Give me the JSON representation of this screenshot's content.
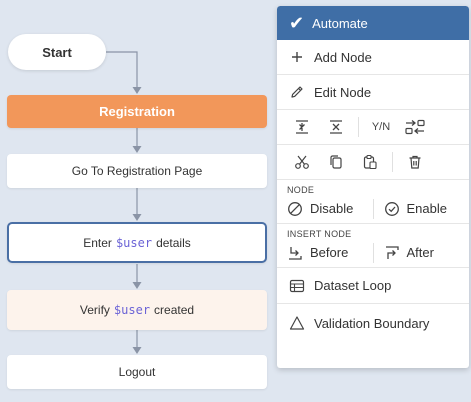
{
  "flow": {
    "start_label": "Start",
    "section_label": "Registration",
    "steps": [
      {
        "label": "Go To Registration Page"
      },
      {
        "prefix": "Enter",
        "variable": "$user",
        "suffix": "details"
      },
      {
        "prefix": "Verify",
        "variable": "$user",
        "suffix": "created"
      },
      {
        "label": "Logout"
      }
    ]
  },
  "menu": {
    "header": "Automate",
    "add_node": "Add Node",
    "edit_node": "Edit Node",
    "yn_label": "Y/N",
    "node_group": "NODE",
    "disable": "Disable",
    "enable": "Enable",
    "insert_group": "INSERT NODE",
    "before": "Before",
    "after": "After",
    "dataset_loop": "Dataset Loop",
    "validation_boundary": "Validation Boundary"
  },
  "colors": {
    "section": "#f2975a",
    "menu_header": "#3f6ea6",
    "selected_border": "#4a6fa5",
    "variable": "#6b63d6",
    "canvas": "#dfe6f0"
  }
}
